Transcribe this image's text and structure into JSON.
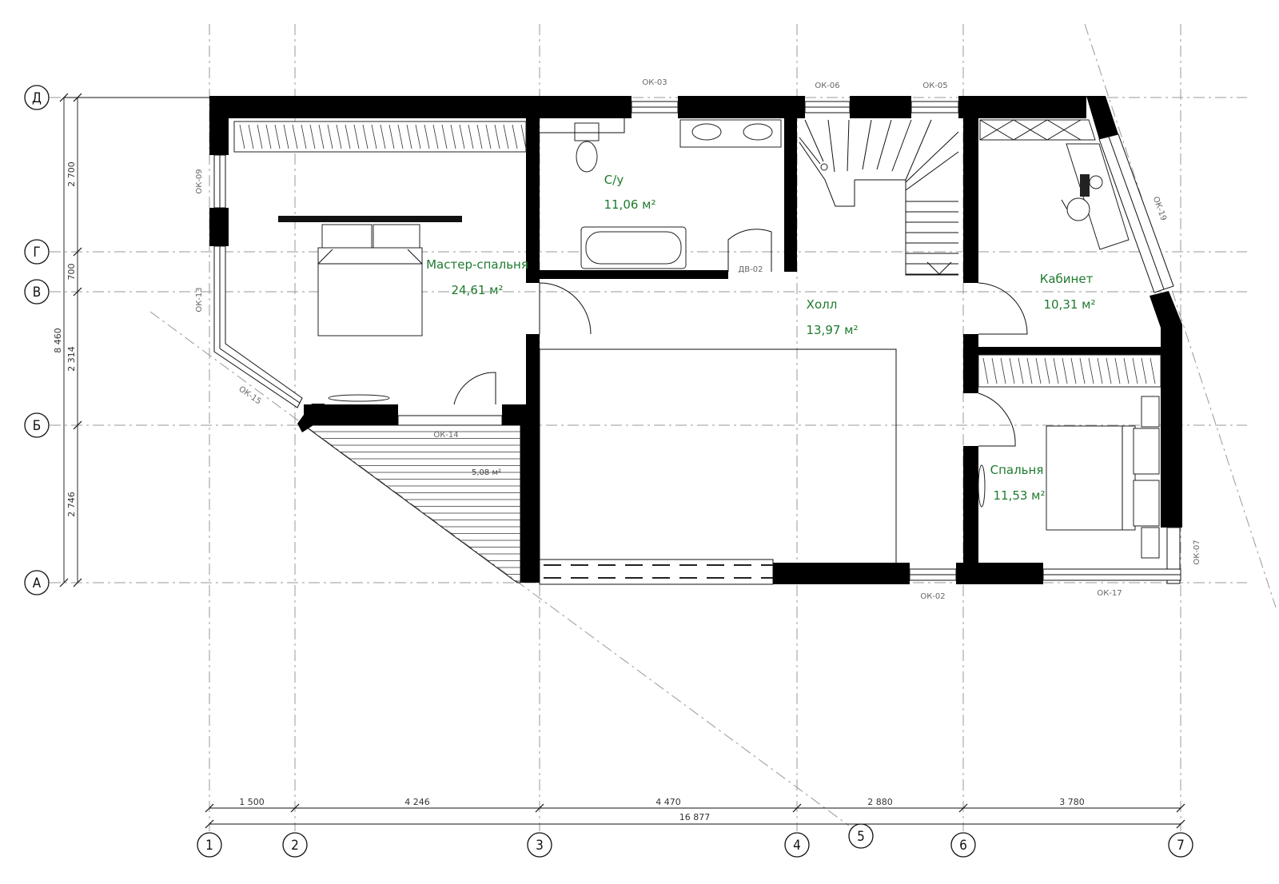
{
  "axes": {
    "columns": [
      "1",
      "2",
      "3",
      "4",
      "5",
      "6",
      "7"
    ],
    "rows": [
      "Д",
      "Г",
      "В",
      "Б",
      "А"
    ]
  },
  "dimensions": {
    "horizontal": [
      "1 500",
      "4 246",
      "4 470",
      "2 880",
      "3 780"
    ],
    "horizontal_total": "16 877",
    "vertical": [
      "2 700",
      "700",
      "2 314",
      "2 746"
    ],
    "vertical_total": "8 460"
  },
  "rooms": [
    {
      "name": "Мастер-спальня",
      "area": "24,61 м²"
    },
    {
      "name": "С/у",
      "area": "11,06 м²"
    },
    {
      "name": "Холл",
      "area": "13,97 м²"
    },
    {
      "name": "Кабинет",
      "area": "10,31 м²"
    },
    {
      "name": "Спальня",
      "area": "11,53 м²"
    }
  ],
  "balcony_area": "5,08 м²",
  "window_labels": {
    "ok03": "ОК-03",
    "ok06": "ОК-06",
    "ok05": "ОК-05",
    "ok09": "ОК-09",
    "ok13": "ОК-13",
    "ok15": "ОК-15",
    "ok14": "ОК-14",
    "ok19": "ОК-19",
    "ok07": "ОК-07",
    "ok02": "ОК-02",
    "ok17": "ОК-17",
    "dv02": "ДВ-02"
  },
  "colors": {
    "room_label": "#1f7a2e",
    "wall": "#000000",
    "axis": "#9a9a9a"
  }
}
